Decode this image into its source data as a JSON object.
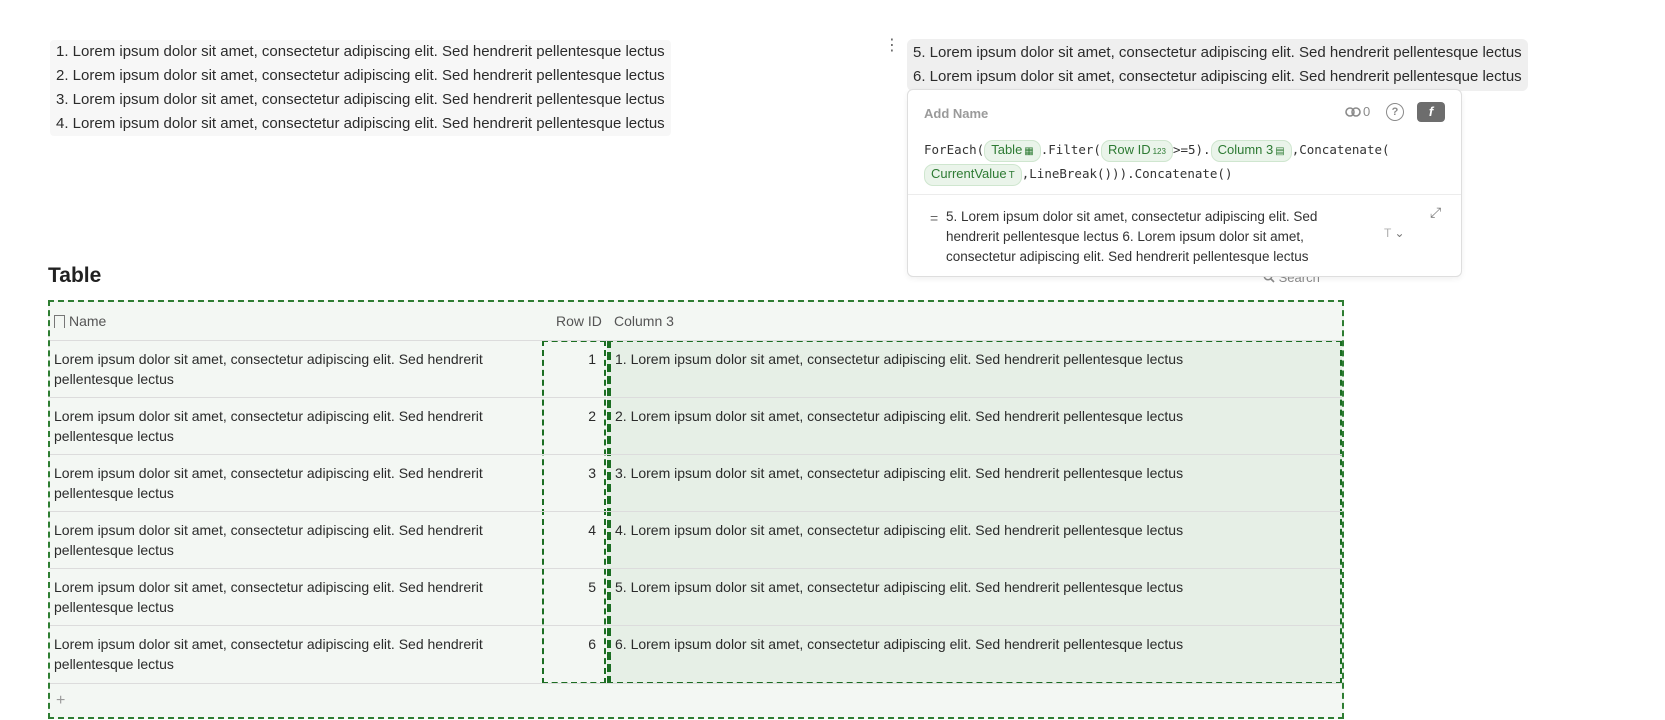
{
  "top_left_list": [
    "1. Lorem ipsum dolor sit amet, consectetur adipiscing elit. Sed hendrerit pellentesque lectus",
    "2. Lorem ipsum dolor sit amet, consectetur adipiscing elit. Sed hendrerit pellentesque lectus",
    "3. Lorem ipsum dolor sit amet, consectetur adipiscing elit. Sed hendrerit pellentesque lectus",
    "4. Lorem ipsum dolor sit amet, consectetur adipiscing elit. Sed hendrerit pellentesque lectus"
  ],
  "top_right_list": [
    "5. Lorem ipsum dolor sit amet, consectetur adipiscing elit. Sed hendrerit pellentesque lectus",
    "6. Lorem ipsum dolor sit amet, consectetur adipiscing elit. Sed hendrerit pellentesque lectus"
  ],
  "popup": {
    "name_placeholder": "Add Name",
    "link_count": "0",
    "help_glyph": "?",
    "fx_label": "f",
    "formula": {
      "t1": "ForEach(",
      "chip_table": "Table",
      "t2": ".Filter(",
      "chip_rowid": "Row ID",
      "chip_rowid_badge": "123",
      "t3": ">=5).",
      "chip_col3": "Column 3",
      "t4": ",Concatenate(",
      "chip_current": "CurrentValue",
      "t5": ",LineBreak())).Concatenate()"
    },
    "eq": "=",
    "result": "5. Lorem ipsum dolor sit amet, consectetur adipiscing elit. Sed hendrerit pellentesque lectus 6. Lorem ipsum dolor sit amet, consectetur adipiscing elit. Sed hendrerit pellentesque lectus",
    "type_glyph": "T",
    "expand_glyph": "⤢"
  },
  "table": {
    "title": "Table",
    "search_label": "Search",
    "headers": {
      "name": "Name",
      "row_id": "Row ID",
      "col3": "Column 3"
    },
    "rows": [
      {
        "name": "Lorem ipsum dolor sit amet, consectetur adipiscing elit. Sed hendrerit pellentesque lectus",
        "row_id": "1",
        "col3": "1. Lorem ipsum dolor sit amet, consectetur adipiscing elit. Sed hendrerit pellentesque lectus"
      },
      {
        "name": "Lorem ipsum dolor sit amet, consectetur adipiscing elit. Sed hendrerit pellentesque lectus",
        "row_id": "2",
        "col3": "2. Lorem ipsum dolor sit amet, consectetur adipiscing elit. Sed hendrerit pellentesque lectus"
      },
      {
        "name": "Lorem ipsum dolor sit amet, consectetur adipiscing elit. Sed hendrerit pellentesque lectus",
        "row_id": "3",
        "col3": "3. Lorem ipsum dolor sit amet, consectetur adipiscing elit. Sed hendrerit pellentesque lectus"
      },
      {
        "name": "Lorem ipsum dolor sit amet, consectetur adipiscing elit. Sed hendrerit pellentesque lectus",
        "row_id": "4",
        "col3": "4. Lorem ipsum dolor sit amet, consectetur adipiscing elit. Sed hendrerit pellentesque lectus"
      },
      {
        "name": "Lorem ipsum dolor sit amet, consectetur adipiscing elit. Sed hendrerit pellentesque lectus",
        "row_id": "5",
        "col3": "5. Lorem ipsum dolor sit amet, consectetur adipiscing elit. Sed hendrerit pellentesque lectus"
      },
      {
        "name": "Lorem ipsum dolor sit amet, consectetur adipiscing elit. Sed hendrerit pellentesque lectus",
        "row_id": "6",
        "col3": "6. Lorem ipsum dolor sit amet, consectetur adipiscing elit. Sed hendrerit pellentesque lectus"
      }
    ],
    "add_glyph": "+"
  },
  "colors": {
    "accent_green": "#2e7d32",
    "chip_bg": "#eaf4ea",
    "table_bg": "#f3f7f3",
    "selection_bg": "#e6efe6"
  }
}
